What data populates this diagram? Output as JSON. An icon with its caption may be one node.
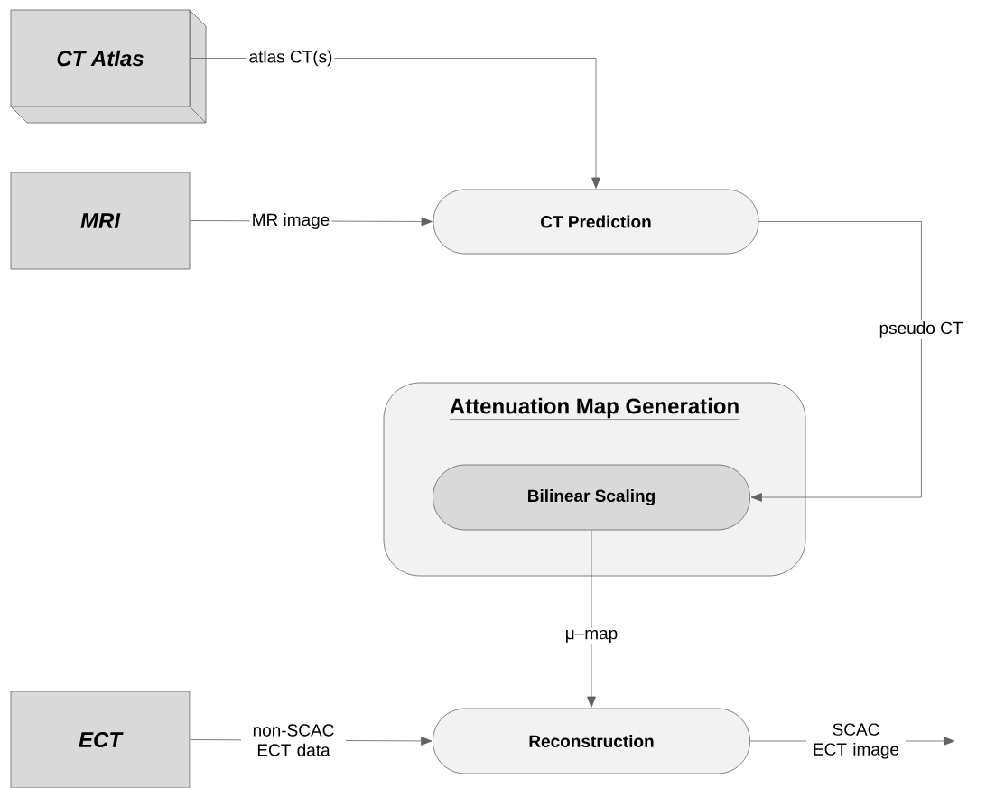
{
  "diagram": {
    "nodes": [
      {
        "text": [
          "CT Atlas"
        ]
      },
      {
        "text": [
          "MRI"
        ]
      },
      {
        "text": [
          "CT Prediction"
        ]
      },
      {
        "text": [
          "Attenuation Map Generation"
        ]
      },
      {
        "text": [
          "Bilinear Scaling"
        ],
        "in": 3
      },
      {
        "text": [
          "ECT"
        ]
      },
      {
        "text": [
          "Reconstruction"
        ]
      }
    ],
    "edges": [
      {
        "from": 0,
        "to": 2,
        "arrow": "to",
        "label": "atlas CT(s)"
      },
      {
        "from": 1,
        "to": 2,
        "arrow": "to",
        "label": "MR image"
      },
      {
        "from": 2,
        "to": 4,
        "arrow": "to",
        "label": "pseudo CT"
      },
      {
        "from": 4,
        "to": 6,
        "arrow": "to",
        "label": "μ–map"
      },
      {
        "from": 5,
        "to": 6,
        "arrow": "to",
        "label": "non-SCAC ECT data"
      },
      {
        "from": 6,
        "to": null,
        "arrow": "to",
        "label": "SCAC ECT image"
      }
    ]
  }
}
